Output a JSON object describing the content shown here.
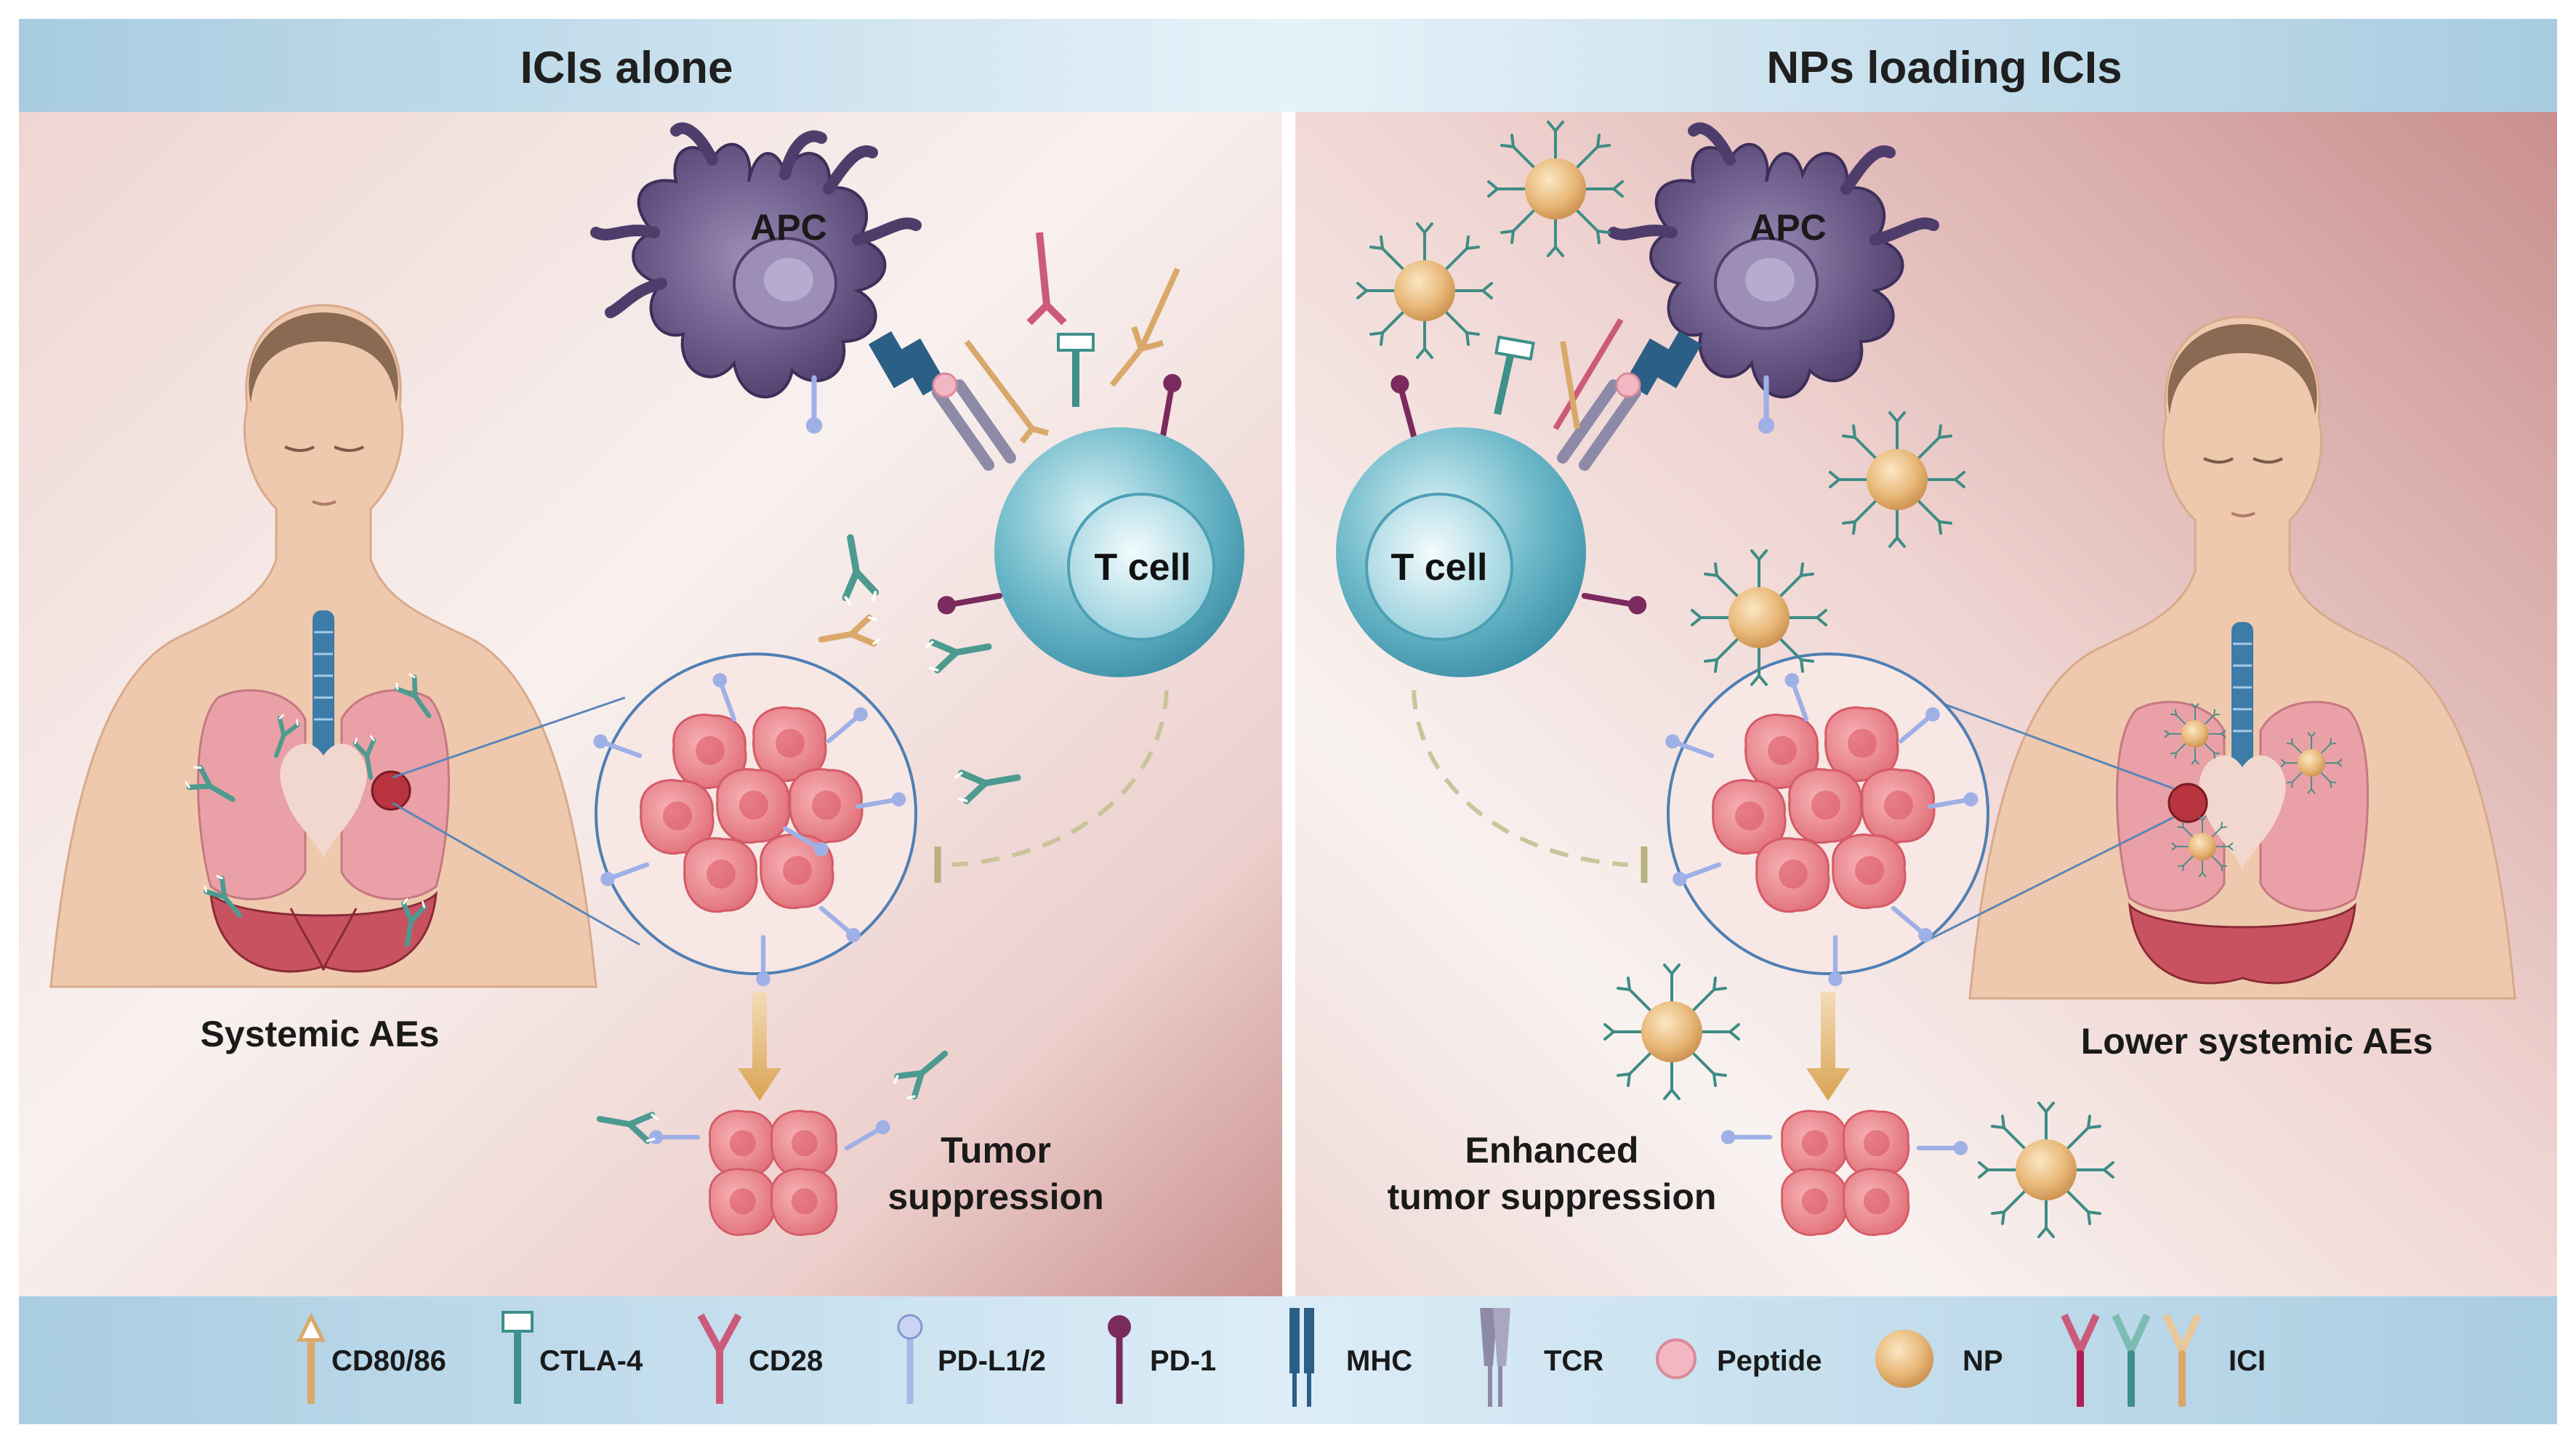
{
  "panels": {
    "left": {
      "title": "ICIs alone",
      "apc_label": "APC",
      "tcell_label": "T cell",
      "body_caption": "Systemic AEs",
      "outcome_line1": "Tumor",
      "outcome_line2": "suppression"
    },
    "right": {
      "title": "NPs loading ICIs",
      "apc_label": "APC",
      "tcell_label": "T cell",
      "body_caption": "Lower systemic AEs",
      "outcome_line1": "Enhanced",
      "outcome_line2": "tumor suppression"
    }
  },
  "legend": [
    {
      "label": "CD80/86",
      "icon": "cd80-86-icon"
    },
    {
      "label": "CTLA-4",
      "icon": "ctla-4-icon"
    },
    {
      "label": "CD28",
      "icon": "cd28-icon"
    },
    {
      "label": "PD-L1/2",
      "icon": "pd-l1-2-icon"
    },
    {
      "label": "PD-1",
      "icon": "pd-1-icon"
    },
    {
      "label": "MHC",
      "icon": "mhc-icon"
    },
    {
      "label": "TCR",
      "icon": "tcr-icon"
    },
    {
      "label": "Peptide",
      "icon": "peptide-icon"
    },
    {
      "label": "NP",
      "icon": "np-icon"
    },
    {
      "label": "ICI",
      "icon": "ici-icon"
    }
  ],
  "colors": {
    "cd80": "#d9a86a",
    "ctla4": "#3f8f8a",
    "cd28": "#cc5a7a",
    "pdl1": "#a9b6e6",
    "pd1": "#7a2a5c",
    "mhc": "#2c5f85",
    "tcr": "#8d8aa8",
    "peptide": "#f3b7c3",
    "np": "#e8b878",
    "tcell": "#5fb1c4",
    "apc": "#5b4a78",
    "tumor": "#e57b84"
  }
}
